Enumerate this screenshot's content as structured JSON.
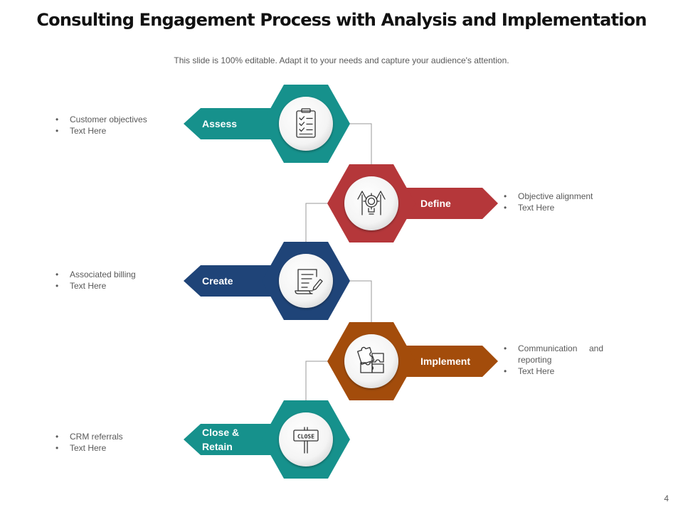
{
  "title": "Consulting Engagement Process with Analysis and Implementation",
  "subtitle": "This slide is 100% editable. Adapt it to your needs and capture your audience's attention.",
  "page_number": "4",
  "steps": [
    {
      "label_lines": [
        "Assess"
      ],
      "side": "left",
      "color": "#16918C",
      "icon": "clipboard-checklist-icon",
      "notes": [
        "Customer objectives",
        "Text Here"
      ]
    },
    {
      "label_lines": [
        "Define"
      ],
      "side": "right",
      "color": "#B5373A",
      "icon": "lightbulb-gear-arrows-icon",
      "notes": [
        "Objective alignment",
        "Text Here"
      ]
    },
    {
      "label_lines": [
        "Create"
      ],
      "side": "left",
      "color": "#1F4478",
      "icon": "document-pen-icon",
      "notes": [
        "Associated billing",
        "Text Here"
      ]
    },
    {
      "label_lines": [
        "Implement"
      ],
      "side": "right",
      "color": "#A34C0B",
      "icon": "puzzle-pieces-icon",
      "notes": [
        "Communication and reporting",
        "Text Here"
      ]
    },
    {
      "label_lines": [
        "Close &",
        "Retain"
      ],
      "side": "left",
      "color": "#16918C",
      "icon": "close-sign-icon",
      "notes": [
        "CRM referrals",
        "Text Here"
      ]
    }
  ],
  "icons": {
    "close_sign_text": "CLOSE"
  }
}
